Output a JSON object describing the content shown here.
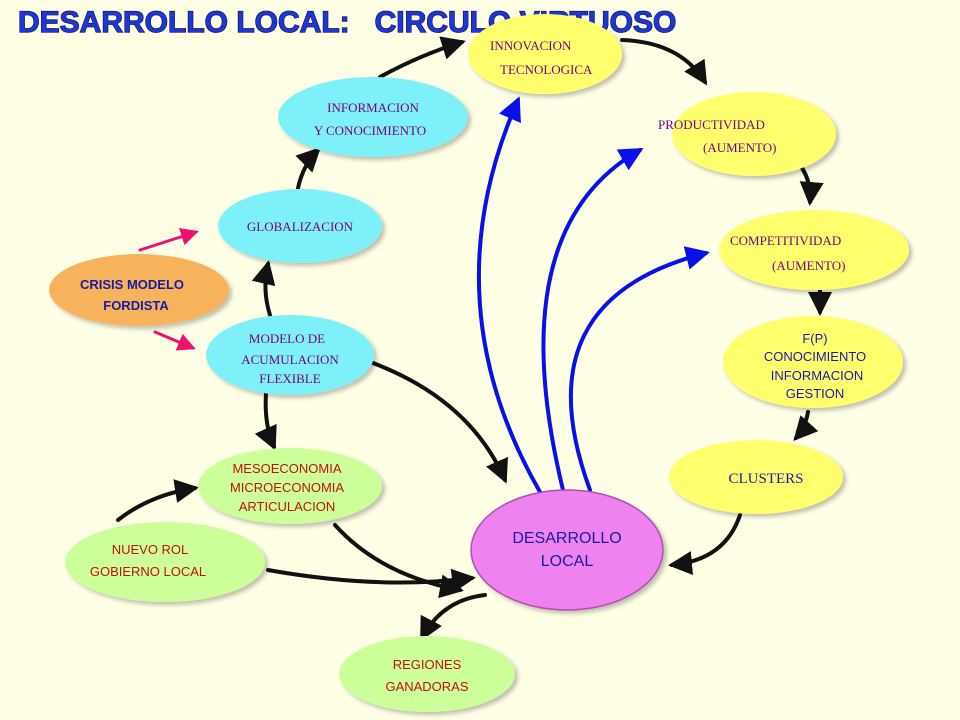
{
  "title": "DESARROLLO LOCAL:   CIRCULO VIRTUOSO",
  "colors": {
    "background": "#ffffe6",
    "cyan_node": "#7df0f8",
    "yellow_node": "#ffff6e",
    "green_node": "#ccff99",
    "orange_node": "#f7b35c",
    "pink_node": "#ee82ee",
    "text_purple": "#7a007a",
    "text_blue": "#1a1aa8",
    "text_red": "#c01010",
    "arrow_black": "#111111",
    "arrow_blue": "#0a10e8",
    "arrow_pink": "#ee1070"
  },
  "nodes": {
    "innovacion": {
      "line1": "INNOVACION",
      "line2": "TECNOLOGICA"
    },
    "informacion": {
      "line1": "INFORMACION",
      "line2": "Y CONOCIMIENTO"
    },
    "globalizacion": {
      "line1": "GLOBALIZACION"
    },
    "crisis": {
      "line1": "CRISIS MODELO",
      "line2": "FORDISTA"
    },
    "modelo": {
      "line1": "MODELO DE",
      "line2": "ACUMULACION",
      "line3": "FLEXIBLE"
    },
    "meso": {
      "line1": "MESOECONOMIA",
      "line2": "MICROECONOMIA",
      "line3": "ARTICULACION"
    },
    "nuevo_rol": {
      "line1": "NUEVO ROL",
      "line2": "GOBIERNO LOCAL"
    },
    "regiones": {
      "line1": "REGIONES",
      "line2": "GANADORAS"
    },
    "desarrollo": {
      "line1": "DESARROLLO",
      "line2": "LOCAL"
    },
    "productividad": {
      "line1": "PRODUCTIVIDAD",
      "line2": "(AUMENTO)"
    },
    "competitividad": {
      "line1": "COMPETITIVIDAD",
      "line2": "(AUMENTO)"
    },
    "fp": {
      "line1": "F(P)",
      "line2": "CONOCIMIENTO",
      "line3": "INFORMACION",
      "line4": "GESTION"
    },
    "clusters": {
      "line1": "CLUSTERS"
    }
  }
}
